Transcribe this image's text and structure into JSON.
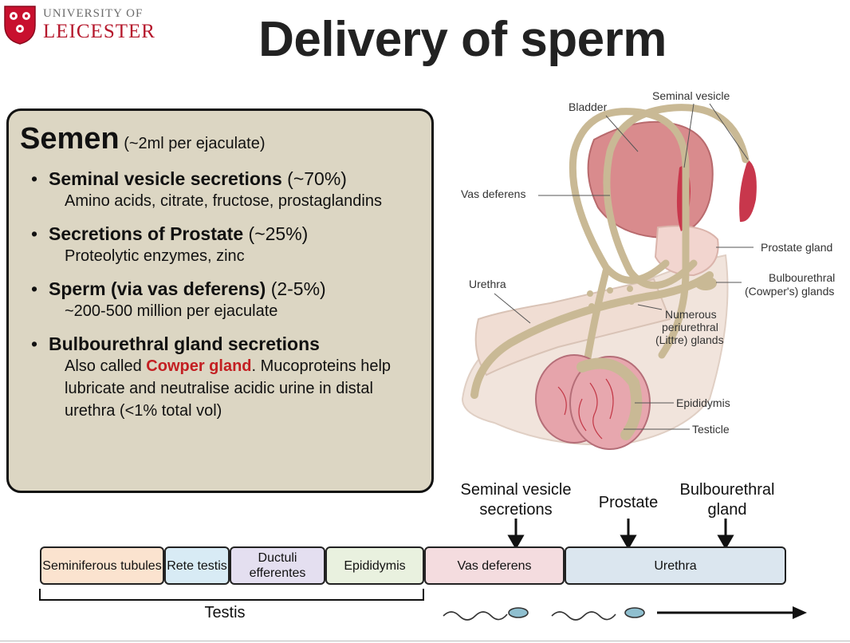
{
  "header": {
    "logo_line1": "UNIVERSITY OF",
    "logo_line2": "LEICESTER",
    "title": "Delivery of sperm"
  },
  "semen": {
    "heading": "Semen",
    "heading_note": "(~2ml per ejaculate)",
    "items": [
      {
        "title": "Seminal vesicle secretions",
        "pct": "(~70%)",
        "detail": "Amino acids, citrate, fructose, prostaglandins"
      },
      {
        "title": "Secretions of Prostate",
        "pct": "(~25%)",
        "detail": "Proteolytic enzymes, zinc"
      },
      {
        "title": "Sperm (via vas deferens)",
        "pct": "(2-5%)",
        "detail": "~200-500 million per ejaculate"
      },
      {
        "title": "Bulbourethral gland secretions",
        "pct": "",
        "detail_pre": "Also called",
        "detail_highlight": "Cowper gland",
        "detail_post": ". Mucoproteins help lubricate and neutralise acidic urine in distal urethra (<1% total vol)"
      }
    ]
  },
  "anatomy_labels": {
    "bladder": "Bladder",
    "seminal_vesicle": "Seminal vesicle",
    "vas_deferens": "Vas deferens",
    "prostate_gland": "Prostate gland",
    "urethra": "Urethra",
    "bulbourethral_1": "Bulbourethral",
    "bulbourethral_2": "(Cowper's) glands",
    "numerous_1": "Numerous",
    "numerous_2": "periurethral",
    "numerous_3": "(Littre) glands",
    "epididymis": "Epididymis",
    "testicle": "Testicle"
  },
  "flow": {
    "segments": [
      {
        "label": "Seminiferous tubules",
        "color": "#fbe3cf"
      },
      {
        "label": "Rete testis",
        "color": "#d8ebf5"
      },
      {
        "label": "Ductuli efferentes",
        "color": "#e4dff0"
      },
      {
        "label": "Epididymis",
        "color": "#e9f1df"
      },
      {
        "label": "Vas deferens",
        "color": "#f4dcdf"
      },
      {
        "label": "Urethra",
        "color": "#dbe6ef"
      }
    ],
    "inputs": {
      "seminal": "Seminal vesicle secretions",
      "prostate": "Prostate",
      "bulbourethral": "Bulbourethral gland"
    },
    "testis_label": "Testis"
  },
  "colors": {
    "brand_red": "#b5172b",
    "box_bg": "#dcd6c3",
    "highlight_red": "#c31f22"
  }
}
